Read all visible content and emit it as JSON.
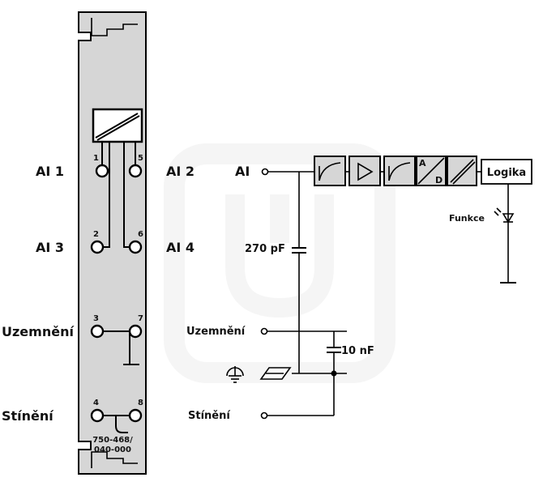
{
  "left_labels": {
    "ai1": "AI 1",
    "ai3": "AI 3",
    "ground": "Uzemnění",
    "shield": "Stínění"
  },
  "mid_labels": {
    "ai2": "AI 2",
    "ai4": "AI 4",
    "ground": "Uzemnění",
    "shield": "Stínění"
  },
  "pins": [
    "1",
    "5",
    "2",
    "6",
    "3",
    "7",
    "4",
    "8"
  ],
  "module_number_line1": "750-468/",
  "module_number_line2": "040-000",
  "schematic": {
    "input_label": "AI",
    "cap_input": "270 pF",
    "cap_ground": "10 nF",
    "adc_a": "A",
    "adc_d": "D",
    "logic_label": "Logika",
    "function_label": "Funkce"
  },
  "colors": {
    "module_fill": "#d6d6d6",
    "line": "#000000",
    "watermark": "#eeeeee"
  }
}
